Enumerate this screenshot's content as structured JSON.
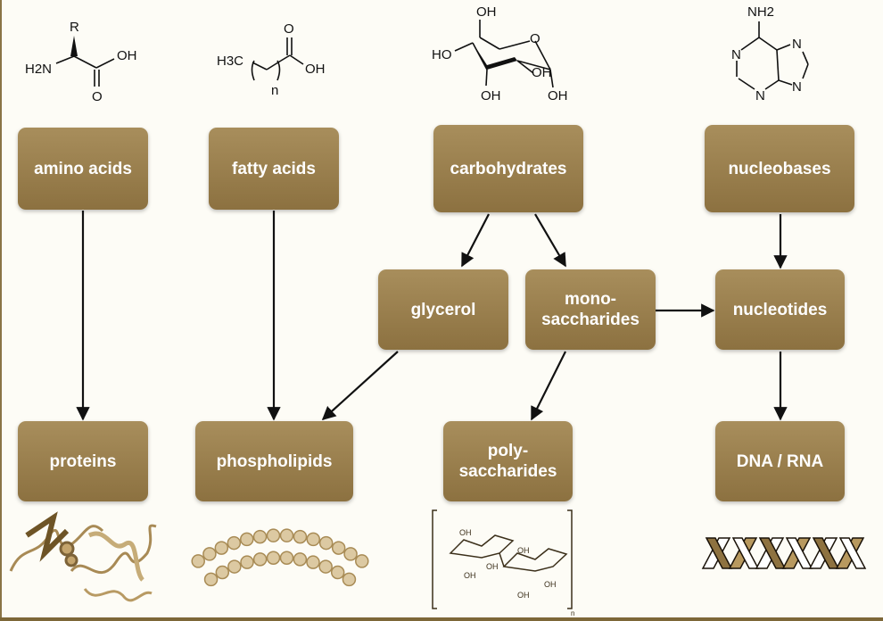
{
  "diagram": {
    "title": "",
    "colors": {
      "box": "#9a7f4d",
      "box_text": "#ffffff",
      "arrow": "#111111",
      "background": "#fdfcf6"
    },
    "nodes": [
      {
        "id": "amino_acids",
        "label": "amino acids"
      },
      {
        "id": "fatty_acids",
        "label": "fatty acids"
      },
      {
        "id": "carbohydrates",
        "label": "carbohydrates"
      },
      {
        "id": "nucleobases",
        "label": "nucleobases"
      },
      {
        "id": "glycerol",
        "label": "glycerol"
      },
      {
        "id": "monosaccharides",
        "label": "mono-\nsaccharides"
      },
      {
        "id": "nucleotides",
        "label": "nucleotides"
      },
      {
        "id": "proteins",
        "label": "proteins"
      },
      {
        "id": "phospholipids",
        "label": "phospholipids"
      },
      {
        "id": "polysaccharides",
        "label": "poly-\nsaccharides"
      },
      {
        "id": "dna_rna",
        "label": "DNA / RNA"
      }
    ],
    "edges": [
      {
        "from": "amino_acids",
        "to": "proteins"
      },
      {
        "from": "fatty_acids",
        "to": "phospholipids"
      },
      {
        "from": "carbohydrates",
        "to": "glycerol"
      },
      {
        "from": "carbohydrates",
        "to": "monosaccharides"
      },
      {
        "from": "glycerol",
        "to": "phospholipids"
      },
      {
        "from": "monosaccharides",
        "to": "polysaccharides"
      },
      {
        "from": "monosaccharides",
        "to": "nucleotides"
      },
      {
        "from": "nucleobases",
        "to": "nucleotides"
      },
      {
        "from": "nucleotides",
        "to": "dna_rna"
      }
    ],
    "structures": {
      "amino_acid": {
        "R": "R",
        "amine": "H2N",
        "acid": "OH",
        "carbonyl": "O"
      },
      "fatty_acid": {
        "methyl": "H3C",
        "repeat": "n",
        "acid": "OH",
        "carbonyl": "O"
      },
      "glucose": {
        "labels": [
          "OH",
          "HO",
          "OH",
          "OH",
          "OH"
        ],
        "ring_o": "O"
      },
      "adenine": {
        "amine": "NH2",
        "nitrogens": [
          "N",
          "N",
          "N",
          "N"
        ]
      },
      "polysaccharide": {
        "repeat": "n",
        "labels": [
          "OH",
          "OH",
          "OH",
          "OH",
          "OH",
          "OH"
        ]
      }
    },
    "illustrations": [
      "protein-ribbon-image",
      "lipid-bilayer-image",
      "polysaccharide-structure",
      "dna-double-helix-image"
    ]
  }
}
